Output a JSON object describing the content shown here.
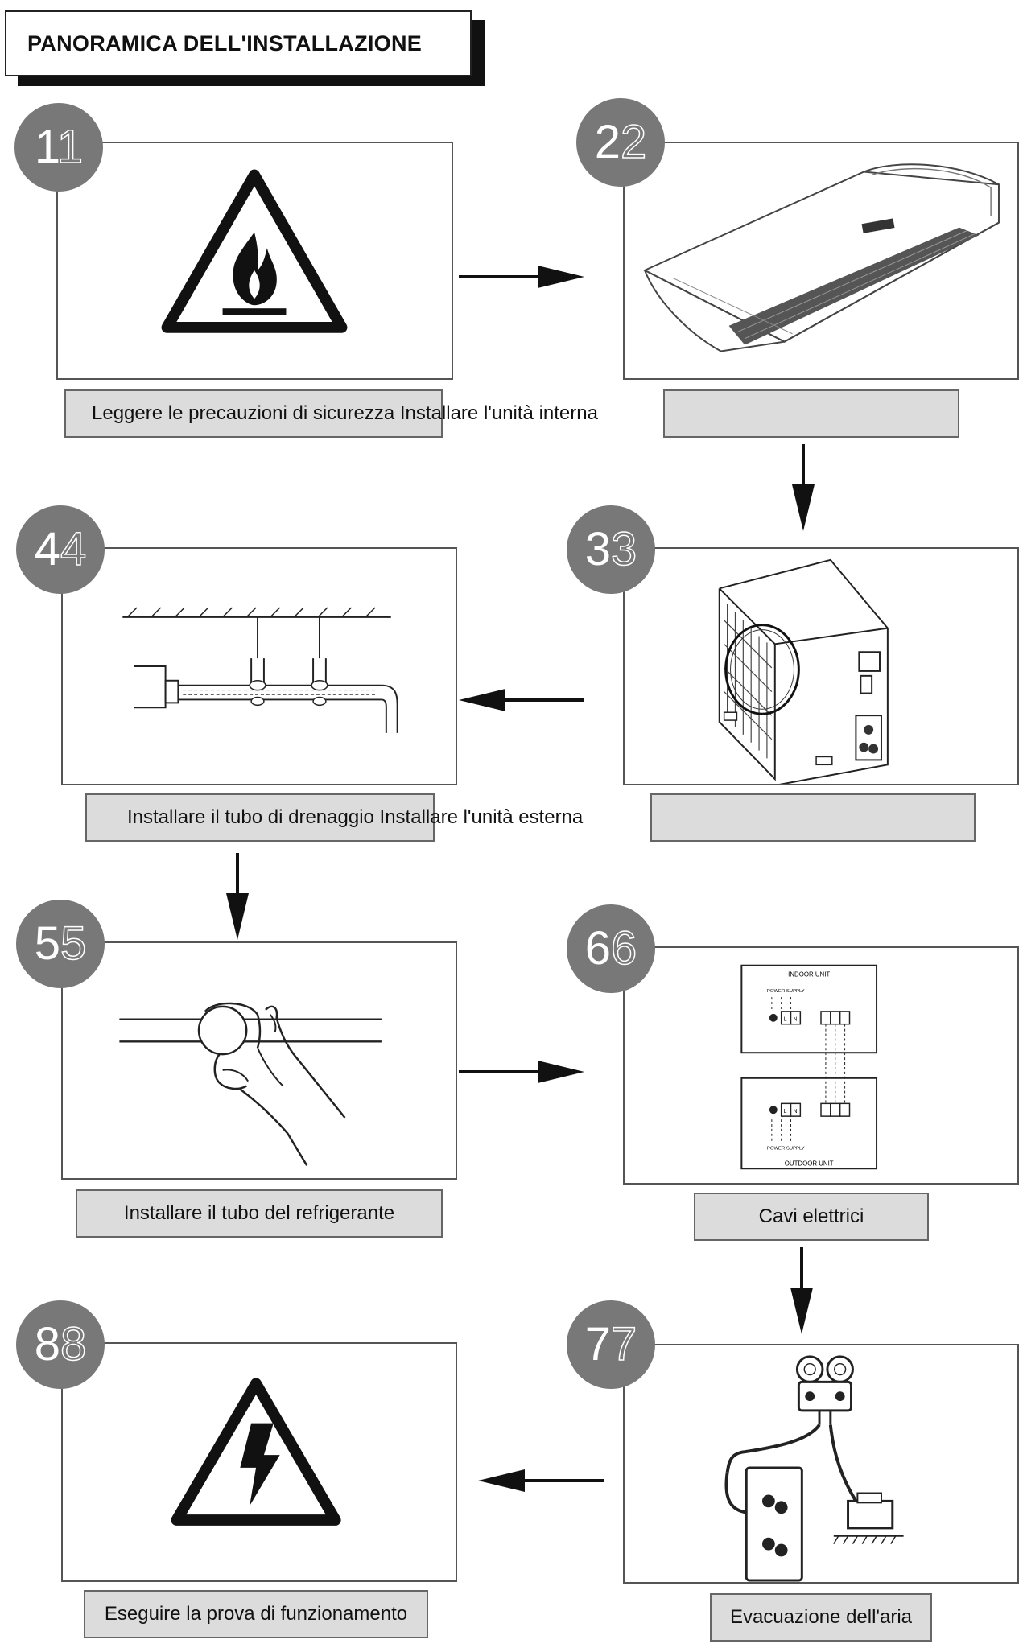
{
  "page": {
    "title": "PANORAMICA DELL'INSTALLAZIONE"
  },
  "steps": [
    {
      "number": "1",
      "label": "Leggere le precauzioni di sicurezza Installare l'unità interna",
      "icon": "fire-warning-icon"
    },
    {
      "number": "2",
      "label": "",
      "icon": "indoor-ceiling-unit-icon"
    },
    {
      "number": "3",
      "label": "",
      "icon": "outdoor-unit-icon"
    },
    {
      "number": "4",
      "label": "Installare il tubo di drenaggio Installare l'unità esterna",
      "icon": "drain-pipe-icon"
    },
    {
      "number": "5",
      "label": "Installare il tubo del refrigerante",
      "icon": "refrigerant-pipe-icon"
    },
    {
      "number": "6",
      "label": "Cavi elettrici",
      "icon": "wiring-diagram-icon"
    },
    {
      "number": "7",
      "label": "Evacuazione dell'aria",
      "icon": "vacuum-pump-icon"
    },
    {
      "number": "8",
      "label": "Eseguire la prova di funzionamento",
      "icon": "electric-hazard-icon"
    }
  ],
  "wiring": {
    "indoor_unit": "INDOOR UNIT",
    "outdoor_unit": "OUTDOOR UNIT",
    "power_supply": "POWER SUPPLY",
    "l": "L",
    "n": "N"
  }
}
